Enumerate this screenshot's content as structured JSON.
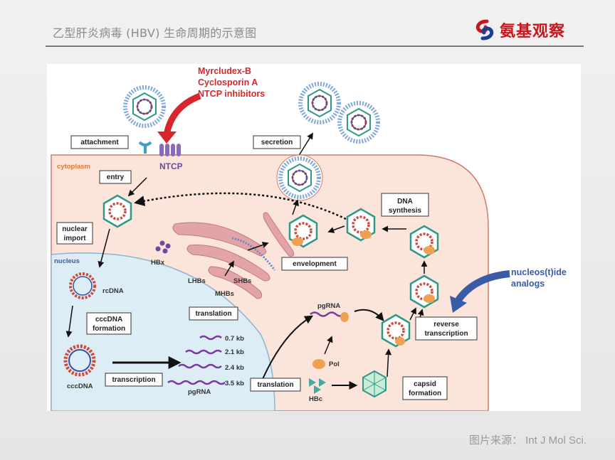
{
  "header": {
    "title": "乙型肝炎病毒 (HBV) 生命周期的示意图",
    "brand": "氨基观察"
  },
  "footer": {
    "source": "图片来源： Int J Mol Sci."
  },
  "diagram": {
    "regions": {
      "cytoplasm": "cytoplasm",
      "nucleus": "nucleus"
    },
    "boxes": {
      "attachment": "attachment",
      "entry": "entry",
      "nuclear_import_1": "nuclear",
      "nuclear_import_2": "import",
      "secretion": "secretion",
      "dna_synthesis_1": "DNA",
      "dna_synthesis_2": "synthesis",
      "envelopment": "envelopment",
      "cccdna_formation_1": "cccDNA",
      "cccdna_formation_2": "formation",
      "translation_er": "translation",
      "transcription": "transcription",
      "translation_core": "translation",
      "capsid_formation_1": "capsid",
      "capsid_formation_2": "formation",
      "reverse_transcription_1": "reverse",
      "reverse_transcription_2": "transcription"
    },
    "labels": {
      "ntcp": "NTCP",
      "hbx": "HBx",
      "lhbs": "LHBs",
      "shbs": "SHBs",
      "mhbs": "MHBs",
      "rcdna": "rcDNA",
      "cccdna": "cccDNA",
      "pgrna_top": "pgRNA",
      "pgrna_bottom": "pgRNA",
      "pol": "Pol",
      "hbc": "HBc",
      "kb07": "0.7 kb",
      "kb21": "2.1 kb",
      "kb24": "2.4 kb",
      "kb35": "3.5 kb"
    },
    "inhibitors": {
      "line1": "Myrcludex-B",
      "line2": "Cyclosporin A",
      "line3": "NTCP inhibitors"
    },
    "analogs": {
      "line1": "nucleos(t)ide",
      "line2": "analogs"
    },
    "colors": {
      "cytoplasm_fill": "#fbe4da",
      "cytoplasm_border": "#d07a6a",
      "nucleus_fill": "#dcedf6",
      "nucleus_border": "#8fb4cd",
      "inhibitor_red": "#d8262c",
      "analog_blue": "#3a5ba8",
      "capsid_teal": "#2e9a86",
      "er_pink": "#e3a4a8"
    }
  }
}
